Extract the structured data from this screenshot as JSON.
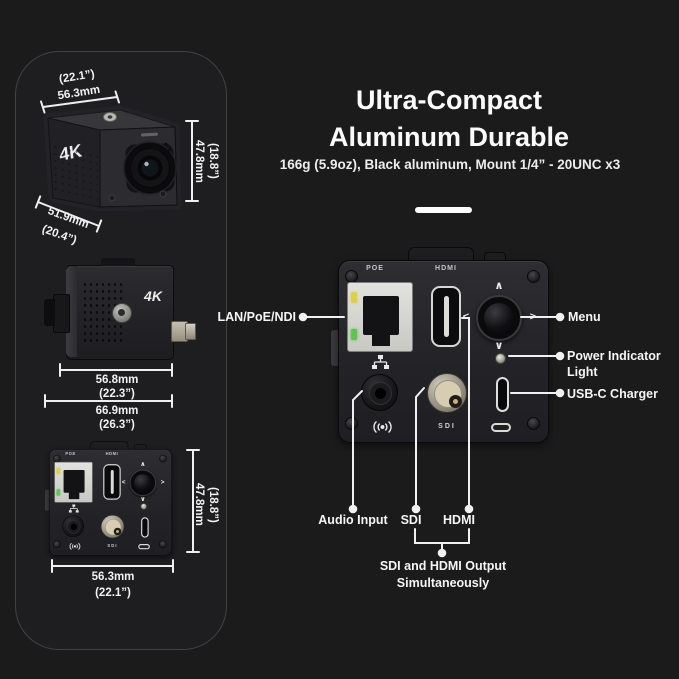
{
  "header": {
    "title_line1": "Ultra-Compact",
    "title_line2": "Aluminum Durable",
    "subtitle": "166g (5.9oz), Black aluminum, Mount 1/4” - 20UNC x3"
  },
  "front_view": {
    "badge": "4K",
    "width_in": "(22.1”)",
    "width_mm": "56.3mm",
    "height_in": "(18.8”)",
    "height_mm": "47.8mm",
    "depth_mm": "51.9mm",
    "depth_in": "(20.4”)"
  },
  "side_view": {
    "badge": "4K",
    "body_mm": "56.8mm",
    "body_in": "(22.3”)",
    "overall_mm": "66.9mm",
    "overall_in": "(26.3”)"
  },
  "rear_view": {
    "height_in": "(18.8”)",
    "height_mm": "47.8mm",
    "width_mm": "56.3mm",
    "width_in": "(22.1”)"
  },
  "rear_panel": {
    "poe_label": "POE",
    "hdmi_label": "HDMI",
    "sdi_label": "SDI",
    "joystick": {
      "up": "∧",
      "down": "∨",
      "left": "<",
      "right": ">"
    }
  },
  "callouts": {
    "lan": "LAN/PoE/NDI",
    "menu": "Menu",
    "power": "Power Indicator Light",
    "usb": "USB-C Charger",
    "audio": "Audio Input",
    "sdi": "SDI",
    "hdmi": "HDMI",
    "simultaneous_line1": "SDI and HDMI Output",
    "simultaneous_line2": "Simultaneously"
  }
}
